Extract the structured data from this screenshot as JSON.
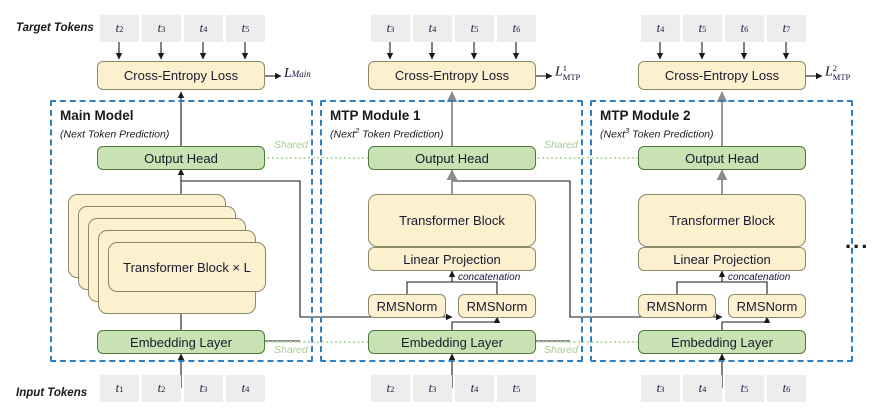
{
  "diagram": {
    "title": "Multi-Token Prediction (MTP) architecture",
    "colors": {
      "yellow_fill": "#fdf0cf",
      "yellow_border": "#8a8a6a",
      "green_fill": "#c8e2b3",
      "green_border": "#4f7a3a",
      "module_border": "#2f7fc1",
      "token_fill": "#ededed",
      "shared_text": "#a8cf8f",
      "gray_arrow": "#8c8c8c",
      "black_arrow": "#1a1a1a"
    }
  },
  "labels": {
    "target_tokens": "Target Tokens",
    "input_tokens": "Input Tokens",
    "shared": "Shared",
    "concatenation": "concatenation",
    "ellipsis": "..."
  },
  "target_token_rows": [
    {
      "module": "main",
      "tokens": [
        "t",
        "t",
        "t",
        "t"
      ],
      "subs": [
        "2",
        "3",
        "4",
        "5"
      ]
    },
    {
      "module": "mtp1",
      "tokens": [
        "t",
        "t",
        "t",
        "t"
      ],
      "subs": [
        "3",
        "4",
        "5",
        "6"
      ]
    },
    {
      "module": "mtp2",
      "tokens": [
        "t",
        "t",
        "t",
        "t"
      ],
      "subs": [
        "4",
        "5",
        "6",
        "7"
      ]
    }
  ],
  "input_token_rows": [
    {
      "module": "main",
      "tokens": [
        "t",
        "t",
        "t",
        "t"
      ],
      "subs": [
        "1",
        "2",
        "3",
        "4"
      ]
    },
    {
      "module": "mtp1",
      "tokens": [
        "t",
        "t",
        "t",
        "t"
      ],
      "subs": [
        "2",
        "3",
        "4",
        "5"
      ]
    },
    {
      "module": "mtp2",
      "tokens": [
        "t",
        "t",
        "t",
        "t"
      ],
      "subs": [
        "3",
        "4",
        "5",
        "6"
      ]
    }
  ],
  "loss_boxes": [
    {
      "label": "Cross-Entropy Loss",
      "output": "L_Main"
    },
    {
      "label": "Cross-Entropy Loss",
      "output": "L^1_MTP"
    },
    {
      "label": "Cross-Entropy Loss",
      "output": "L^2_MTP"
    }
  ],
  "loss_symbols": {
    "main": {
      "script": "L",
      "sub": "Main",
      "sup": ""
    },
    "mtp1": {
      "script": "L",
      "sub": "MTP",
      "sup": "1"
    },
    "mtp2": {
      "script": "L",
      "sub": "MTP",
      "sup": "2"
    }
  },
  "modules": [
    {
      "id": "main",
      "title": "Main Model",
      "subtitle_pre": "(Next",
      "subtitle_sup": "",
      "subtitle_post": " Token Prediction)",
      "blocks": {
        "output_head": "Output Head",
        "transformer": "Transformer Block × L",
        "embedding": "Embedding Layer"
      }
    },
    {
      "id": "mtp1",
      "title": "MTP Module 1",
      "subtitle_pre": "(Next",
      "subtitle_sup": "2",
      "subtitle_post": " Token Prediction)",
      "blocks": {
        "output_head": "Output Head",
        "transformer": "Transformer Block",
        "linear_projection": "Linear Projection",
        "rmsnorm_left": "RMSNorm",
        "rmsnorm_right": "RMSNorm",
        "embedding": "Embedding Layer"
      }
    },
    {
      "id": "mtp2",
      "title": "MTP Module 2",
      "subtitle_pre": "(Next",
      "subtitle_sup": "3",
      "subtitle_post": " Token Prediction)",
      "blocks": {
        "output_head": "Output Head",
        "transformer": "Transformer Block",
        "linear_projection": "Linear Projection",
        "rmsnorm_left": "RMSNorm",
        "rmsnorm_right": "RMSNorm",
        "embedding": "Embedding Layer"
      }
    }
  ]
}
